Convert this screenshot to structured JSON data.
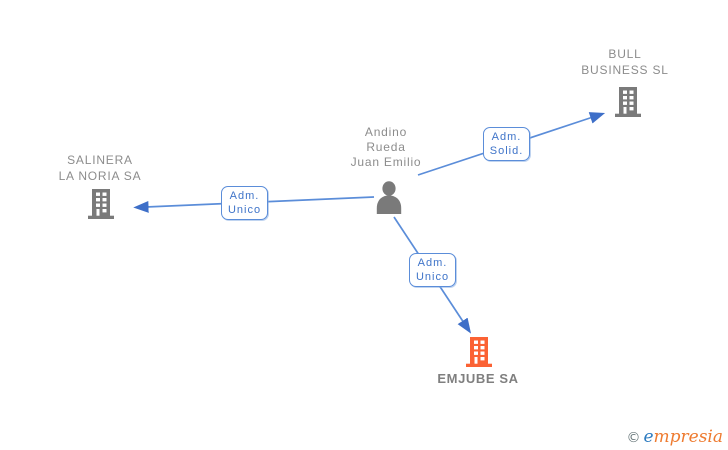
{
  "diagram": {
    "person": {
      "line1": "Andino",
      "line2": "Rueda",
      "line3": "Juan Emilio"
    },
    "companies": {
      "bull": {
        "line1": "BULL",
        "line2": "BUSINESS SL"
      },
      "salinera": {
        "line1": "SALINERA",
        "line2": "LA NORIA SA"
      },
      "emjube": {
        "label": "EMJUBE SA"
      }
    },
    "edges": {
      "to_bull": {
        "line1": "Adm.",
        "line2": "Solid."
      },
      "to_salinera": {
        "line1": "Adm.",
        "line2": "Unico"
      },
      "to_emjube": {
        "line1": "Adm.",
        "line2": "Unico"
      }
    }
  },
  "watermark": {
    "symbol": "©",
    "brand_first": "e",
    "brand_rest": "mpresia"
  },
  "colors": {
    "edge_line": "#5b8dd9",
    "arrowhead": "#3e6fc8",
    "edge_label_text": "#3f74c9",
    "edge_label_border": "#5b8dd9",
    "company_gray": "#7a7a7a",
    "company_orange": "#fb6234",
    "node_text_gray": "#8c8c8c",
    "watermark_blue": "#2e7cc0",
    "watermark_orange": "#ee7b30"
  }
}
